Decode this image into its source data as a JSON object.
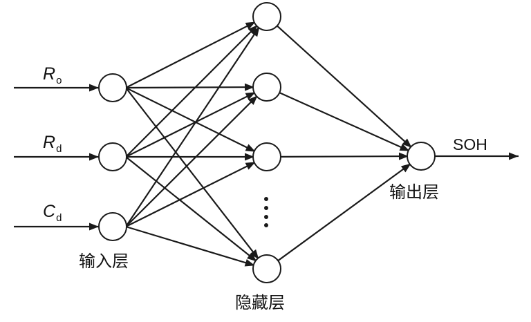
{
  "inputs": [
    {
      "main": "R",
      "sub": "o"
    },
    {
      "main": "R",
      "sub": "d"
    },
    {
      "main": "C",
      "sub": "d"
    }
  ],
  "layers": {
    "input": "输入层",
    "hidden": "隐藏层",
    "output": "输出层"
  },
  "output_label": "SOH",
  "stroke_color": "#1a1a1a"
}
